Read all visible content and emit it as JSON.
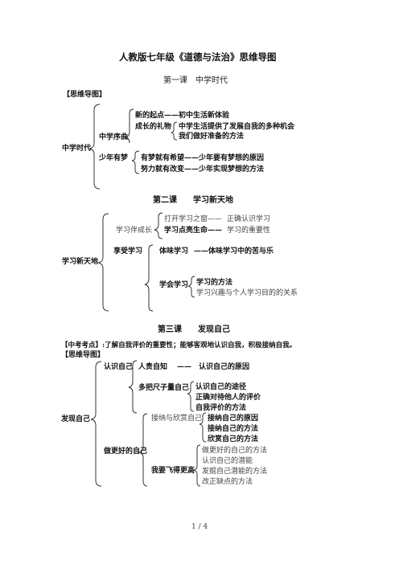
{
  "doc": {
    "title": "人教版七年级《道德与法治》思维导图",
    "page_number": "1 / 4"
  },
  "lesson1": {
    "heading": "第一课　中学时代",
    "section_tag": "【思维导图】",
    "root": "中学时代",
    "b1": {
      "label": "中学序曲",
      "items": [
        "新的起点——初中生活新体验",
        "成长的礼物"
      ],
      "sub": [
        "中学生活提供了发展自我的多种机会",
        "我们做好准备的方法"
      ]
    },
    "b2": {
      "label": "少年有梦",
      "items": [
        "有梦就有希望——少年要有梦想的原因",
        "努力就有改变——少年实现梦想的方法"
      ]
    }
  },
  "lesson2": {
    "heading": "第二课　　学习新天地",
    "root": "学习新天地",
    "b1": {
      "label": "学习伴成长",
      "items": [
        {
          "a": "打开学习之窗——",
          "b": "正确认识学习"
        },
        {
          "a": "学习点亮生命——",
          "b": "学习的重要性"
        }
      ]
    },
    "b2": {
      "label": "享受学习",
      "tiyan": "体味学习",
      "tiyan_item": "——体味学习中的苦与乐",
      "xuehui": "学会学习",
      "xuehui_items": [
        "学习的方法",
        "学习兴趣与个人学习目的的关系"
      ]
    }
  },
  "lesson3": {
    "heading": "第三课　　发现自己",
    "exam_point": "【中考考点】:了解自我评价的重要性；能够客观地认识自我，积极接纳自我。",
    "section_tag": "【思维导图】",
    "root": "发现自己",
    "b1": {
      "label": "认识自己",
      "s1": "人贵自知",
      "s1_item": "——　认识自己的原因",
      "s2": "多把尺子量自己",
      "s2_items": [
        "认识自己的途径",
        "正确对待他人的评价",
        "自我评价的方法"
      ]
    },
    "b2": {
      "label": "做更好的自己",
      "s1": "接纳与欣赏自己",
      "s1_items": [
        "接纳自己的原因",
        "接纳自己的方法",
        "欣赏自己的方法"
      ],
      "s2": "我要飞得更高",
      "s2_items": [
        "做更好的自己的方法",
        "认识自己的潜能",
        "发掘自己潜能的方法",
        "改正缺点的方法"
      ]
    }
  }
}
